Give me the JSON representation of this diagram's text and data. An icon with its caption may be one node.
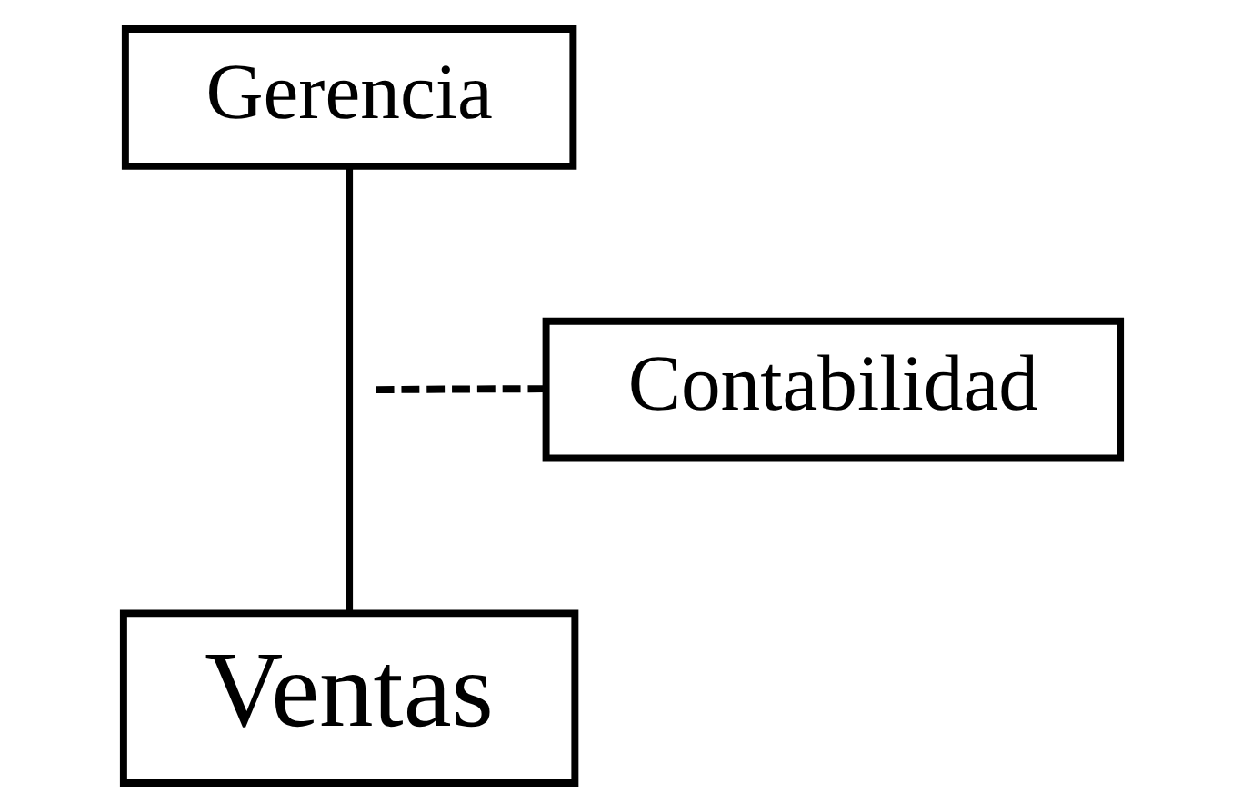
{
  "diagram": {
    "nodes": [
      {
        "text": [
          "Gerencia"
        ]
      },
      {
        "text": [
          "Ventas"
        ]
      },
      {
        "text": [
          "Contabilidad"
        ]
      }
    ],
    "edges": [
      {
        "from": 0,
        "to": 1,
        "arrow": "none"
      },
      {
        "from": 2,
        "to": null,
        "arrow": "none",
        "style": "dashed"
      }
    ]
  }
}
